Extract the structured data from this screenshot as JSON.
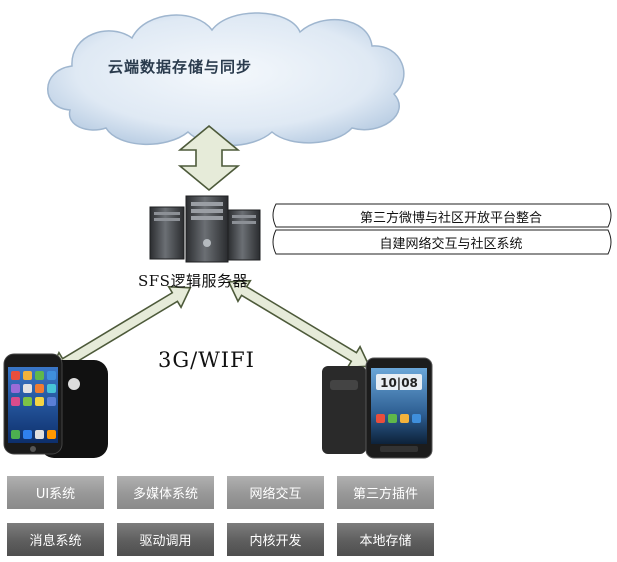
{
  "cloud": {
    "label": "云端数据存储与同步"
  },
  "server": {
    "label": "SFS逻辑服务器"
  },
  "network": {
    "label": "3G/WIFI"
  },
  "banners": [
    "第三方微博与社区开放平台整合",
    "自建网络交互与社区系统"
  ],
  "phones": {
    "left_icon": "iphone-icon",
    "right_icon": "htc-phone-icon"
  },
  "modules": {
    "row1": [
      "UI系统",
      "多媒体系统",
      "网络交互",
      "第三方插件"
    ],
    "row2": [
      "消息系统",
      "驱动调用",
      "内核开发",
      "本地存储"
    ]
  },
  "colors": {
    "arrow_fill": "#e6ebd9",
    "arrow_stroke": "#4d5a3a",
    "module_row1": "#979797",
    "module_row2": "#5e5e5e"
  }
}
